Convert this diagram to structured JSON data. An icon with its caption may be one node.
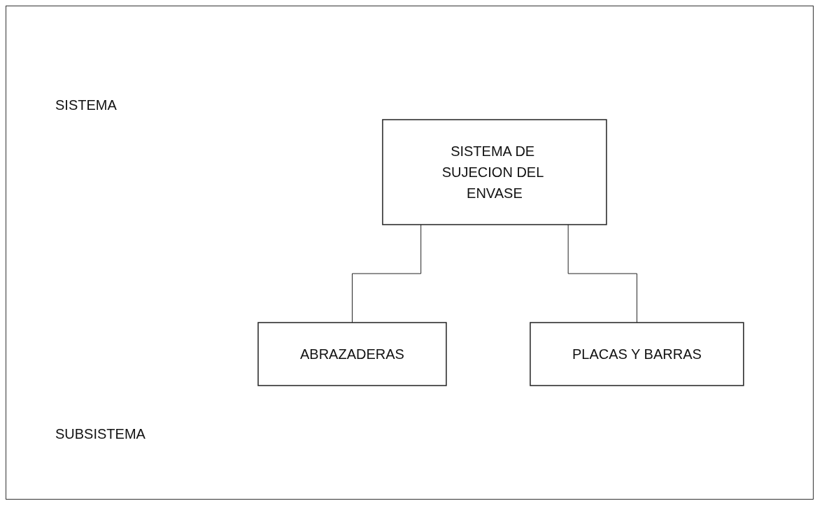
{
  "diagram": {
    "nodes": [
      {
        "text": [
          "SISTEMA DE SUJECION DEL ENVASE"
        ]
      },
      {
        "text": [
          "ABRAZADERAS"
        ]
      },
      {
        "text": [
          "PLACAS Y BARRAS"
        ]
      }
    ],
    "edges": [
      {
        "from": 0,
        "to": 1,
        "arrow": "none"
      },
      {
        "from": 0,
        "to": 2,
        "arrow": "none"
      }
    ],
    "labels": [
      "SISTEMA",
      "SUBSISTEMA"
    ]
  }
}
